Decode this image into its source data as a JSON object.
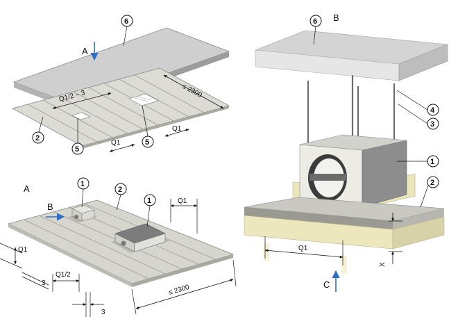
{
  "views": {
    "top_left": {
      "letter": "A",
      "slot_note": "Q1/2 – 3",
      "max_len": "≤ 2300",
      "pitch": "Q1"
    },
    "bottom_left": {
      "letter": "A",
      "arrow_letter": "B",
      "pitch": "Q1",
      "half_pitch": "Q1/2",
      "gap": "3",
      "max_len": "≤ 2300"
    },
    "right": {
      "letter": "B",
      "arrow_letter": "C",
      "pitch": "Q1",
      "height": "X"
    }
  },
  "callouts": {
    "c1": "1",
    "c2": "2",
    "c3": "3",
    "c4": "4",
    "c5": "5",
    "c6": "6"
  },
  "colors": {
    "slab": "#c9c9c9",
    "slab_side": "#9e9e9e",
    "panel": "#d9d9d2",
    "unit": "#e8e6df",
    "insulation": "#e9e3b8",
    "arrow": "#2f6fc1"
  }
}
